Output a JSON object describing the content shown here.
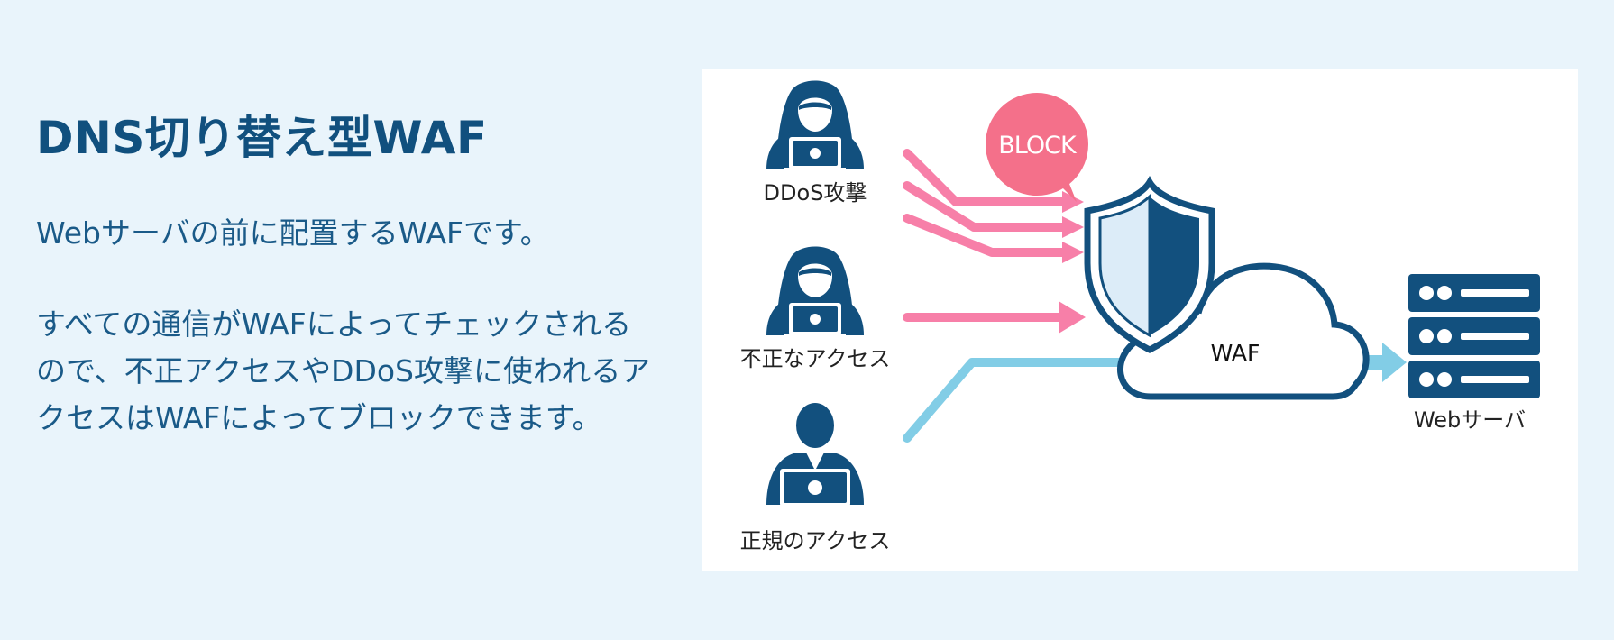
{
  "text": {
    "title": "DNS切り替え型WAF",
    "lead": "Webサーバの前に配置するWAFです。",
    "body": "すべての通信がWAFによってチェックされるので、不正アクセスやDDoS攻撃に使われるアクセスはWAFによってブロックできます。"
  },
  "diagram": {
    "actors": [
      {
        "label": "DDoS攻撃",
        "icon": "hooded-hacker-icon"
      },
      {
        "label": "不正なアクセス",
        "icon": "hooded-hacker-icon"
      },
      {
        "label": "正規のアクセス",
        "icon": "user-with-laptop-icon"
      }
    ],
    "block_label": "BLOCK",
    "waf_label": "WAF",
    "server_label": "Webサーバ",
    "colors": {
      "navy": "#12507e",
      "malicious_arrow": "#f77fa8",
      "legit_arrow": "#82cde6",
      "block_bubble": "#f4708a",
      "shield_light": "#dcecf8"
    }
  }
}
